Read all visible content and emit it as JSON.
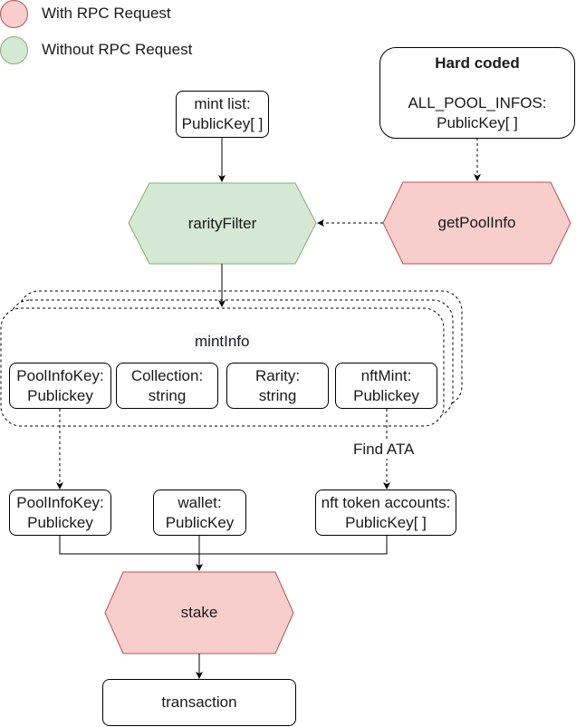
{
  "legend": [
    {
      "label": "With RPC Request",
      "color": "#f8cecc",
      "stroke": "#b85450"
    },
    {
      "label": "Without RPC Request",
      "color": "#d5e8d4",
      "stroke": "#82b366"
    }
  ],
  "nodes": {
    "mint_list": {
      "line1": "mint list:",
      "line2": "PublicKey[ ]"
    },
    "hard_coded": {
      "title": "Hard coded",
      "line1": "ALL_POOL_INFOS:",
      "line2": "PublicKey[ ]"
    },
    "rarity_filter": {
      "label": "rarityFilter",
      "kind": "Without RPC Request"
    },
    "get_pool_info": {
      "label": "getPoolInfo",
      "kind": "With RPC Request"
    },
    "mint_info": {
      "title": "mintInfo",
      "fields": [
        {
          "line1": "PoolInfoKey:",
          "line2": "Publickey"
        },
        {
          "line1": "Collection:",
          "line2": "string"
        },
        {
          "line1": "Rarity:",
          "line2": "string"
        },
        {
          "line1": "nftMint:",
          "line2": "Publickey"
        }
      ]
    },
    "pool_info_key": {
      "line1": "PoolInfoKey:",
      "line2": "Publickey"
    },
    "wallet": {
      "line1": "wallet:",
      "line2": "PublicKey"
    },
    "nft_token_accounts": {
      "line1": "nft token accounts:",
      "line2": "PublicKey[ ]"
    },
    "stake": {
      "label": "stake",
      "kind": "With RPC Request"
    },
    "transaction": {
      "label": "transaction"
    }
  },
  "edges": {
    "find_ata_label": "Find ATA"
  }
}
